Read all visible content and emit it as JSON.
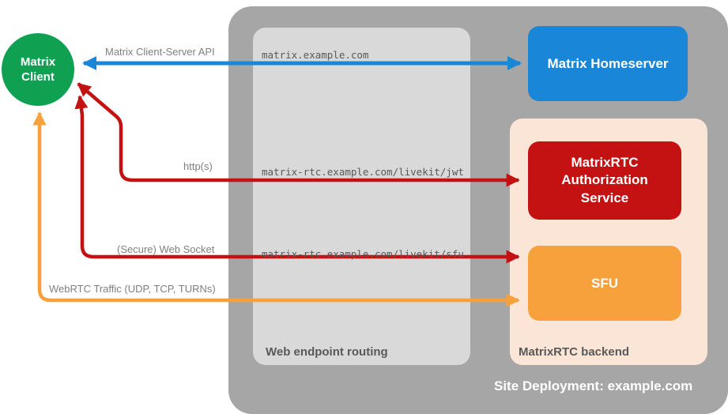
{
  "colors": {
    "client_green": "#0fa052",
    "homeserver_blue": "#1986d8",
    "auth_red": "#c41111",
    "sfu_orange": "#f7a13c",
    "site_gray": "#a6a6a6",
    "routing_gray": "#d9d9d9",
    "backend_peach": "#fbe5d6"
  },
  "client": {
    "label": "Matrix\nClient"
  },
  "site": {
    "label": "Site Deployment: example.com"
  },
  "routing": {
    "label": "Web endpoint routing",
    "endpoints": [
      "matrix.example.com",
      "matrix-rtc.example.com/livekit/jwt",
      "matrix-rtc.example.com/livekit/sfu"
    ]
  },
  "backend": {
    "label": "MatrixRTC backend",
    "auth_service": "MatrixRTC\nAuthorization\nService",
    "sfu": "SFU"
  },
  "homeserver": {
    "label": "Matrix Homeserver"
  },
  "arrows": [
    {
      "label": "Matrix Client-Server API",
      "color": "#1986d8"
    },
    {
      "label": "http(s)",
      "color": "#c41111"
    },
    {
      "label": "(Secure) Web Socket",
      "color": "#c41111"
    },
    {
      "label": "WebRTC Traffic (UDP, TCP, TURNs)",
      "color": "#f7a13c"
    }
  ]
}
